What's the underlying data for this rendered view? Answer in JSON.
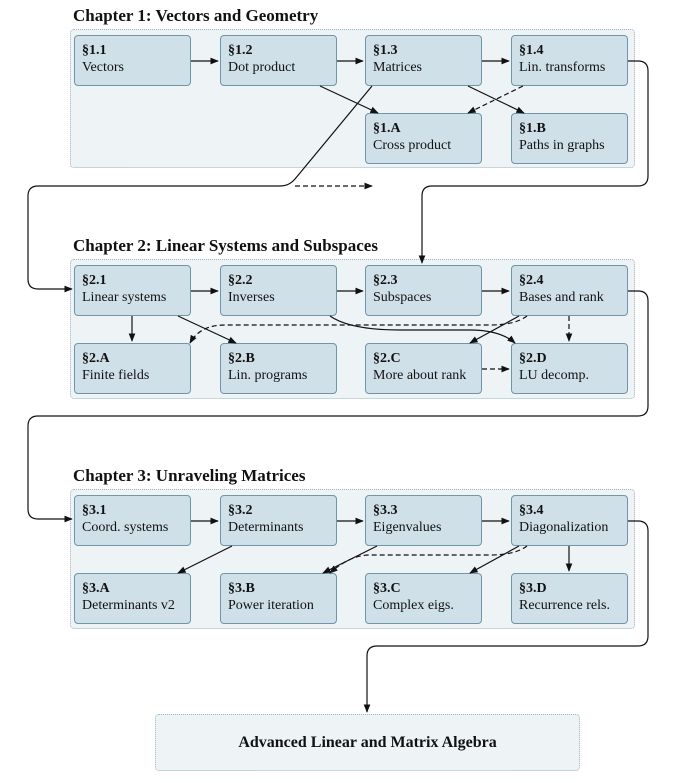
{
  "chapters": [
    {
      "title": "Chapter 1: Vectors and Geometry",
      "nodes": [
        {
          "id": "1.1",
          "num": "§1.1",
          "label": "Vectors"
        },
        {
          "id": "1.2",
          "num": "§1.2",
          "label": "Dot product"
        },
        {
          "id": "1.3",
          "num": "§1.3",
          "label": "Matrices"
        },
        {
          "id": "1.4",
          "num": "§1.4",
          "label": "Lin. transforms"
        },
        {
          "id": "1.A",
          "num": "§1.A",
          "label": "Cross product"
        },
        {
          "id": "1.B",
          "num": "§1.B",
          "label": "Paths in graphs"
        }
      ]
    },
    {
      "title": "Chapter 2: Linear Systems and Subspaces",
      "nodes": [
        {
          "id": "2.1",
          "num": "§2.1",
          "label": "Linear systems"
        },
        {
          "id": "2.2",
          "num": "§2.2",
          "label": "Inverses"
        },
        {
          "id": "2.3",
          "num": "§2.3",
          "label": "Subspaces"
        },
        {
          "id": "2.4",
          "num": "§2.4",
          "label": "Bases and rank"
        },
        {
          "id": "2.A",
          "num": "§2.A",
          "label": "Finite fields"
        },
        {
          "id": "2.B",
          "num": "§2.B",
          "label": "Lin. programs"
        },
        {
          "id": "2.C",
          "num": "§2.C",
          "label": "More about rank"
        },
        {
          "id": "2.D",
          "num": "§2.D",
          "label": "LU decomp."
        }
      ]
    },
    {
      "title": "Chapter 3: Unraveling Matrices",
      "nodes": [
        {
          "id": "3.1",
          "num": "§3.1",
          "label": "Coord. systems"
        },
        {
          "id": "3.2",
          "num": "§3.2",
          "label": "Determinants"
        },
        {
          "id": "3.3",
          "num": "§3.3",
          "label": "Eigenvalues"
        },
        {
          "id": "3.4",
          "num": "§3.4",
          "label": "Diagonalization"
        },
        {
          "id": "3.A",
          "num": "§3.A",
          "label": "Determinants v2"
        },
        {
          "id": "3.B",
          "num": "§3.B",
          "label": "Power iteration"
        },
        {
          "id": "3.C",
          "num": "§3.C",
          "label": "Complex eigs."
        },
        {
          "id": "3.D",
          "num": "§3.D",
          "label": "Recurrence rels."
        }
      ]
    }
  ],
  "final": {
    "label": "Advanced Linear and Matrix Algebra"
  },
  "edges": [
    {
      "from": "1.1",
      "to": "1.2",
      "style": "solid"
    },
    {
      "from": "1.2",
      "to": "1.3",
      "style": "solid"
    },
    {
      "from": "1.3",
      "to": "1.4",
      "style": "solid"
    },
    {
      "from": "1.2",
      "to": "1.A",
      "style": "solid"
    },
    {
      "from": "1.3",
      "to": "1.B",
      "style": "solid"
    },
    {
      "from": "1.4",
      "to": "1.A",
      "style": "dashed"
    },
    {
      "from": "1.3",
      "to": "2.1",
      "style": "solid"
    },
    {
      "from": "1.4",
      "to": "2.3",
      "style": "solid"
    },
    {
      "from": "2.1",
      "to": "2.2",
      "style": "solid"
    },
    {
      "from": "2.2",
      "to": "2.3",
      "style": "solid"
    },
    {
      "from": "2.3",
      "to": "2.4",
      "style": "solid"
    },
    {
      "from": "2.1",
      "to": "2.A",
      "style": "solid"
    },
    {
      "from": "2.1",
      "to": "2.B",
      "style": "solid"
    },
    {
      "from": "2.2",
      "to": "2.D",
      "style": "solid"
    },
    {
      "from": "2.4",
      "to": "2.C",
      "style": "solid"
    },
    {
      "from": "2.4",
      "to": "2.A",
      "style": "dashed"
    },
    {
      "from": "2.4",
      "to": "2.D",
      "style": "dashed"
    },
    {
      "from": "2.C",
      "to": "2.D",
      "style": "dashed"
    },
    {
      "from": "2.4",
      "to": "3.1",
      "style": "solid"
    },
    {
      "from": "3.1",
      "to": "3.2",
      "style": "solid"
    },
    {
      "from": "3.2",
      "to": "3.3",
      "style": "solid"
    },
    {
      "from": "3.3",
      "to": "3.4",
      "style": "solid"
    },
    {
      "from": "3.2",
      "to": "3.A",
      "style": "solid"
    },
    {
      "from": "3.3",
      "to": "3.B",
      "style": "solid"
    },
    {
      "from": "3.4",
      "to": "3.B",
      "style": "dashed"
    },
    {
      "from": "3.4",
      "to": "3.C",
      "style": "solid"
    },
    {
      "from": "3.4",
      "to": "3.D",
      "style": "solid"
    },
    {
      "from": "3.4",
      "to": "final",
      "style": "solid"
    }
  ]
}
